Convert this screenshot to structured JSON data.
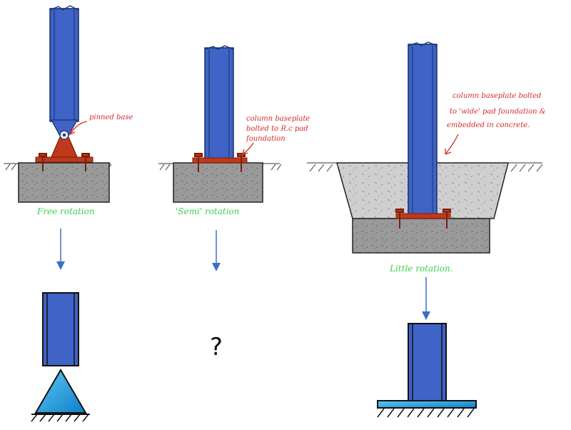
{
  "panels": {
    "left": {
      "callout": "pinned base",
      "rotation_label": "Free rotation",
      "idealization": "pin-support"
    },
    "middle": {
      "callout_lines": [
        "column baseplate",
        "bolted to R.c pad",
        "foundation"
      ],
      "rotation_label": "'Semi' rotation",
      "idealization_symbol": "?"
    },
    "right": {
      "callout_lines": [
        "column baseplate bolted",
        "to 'wide' pad foundation &",
        "embedded in concrete."
      ],
      "rotation_label": "Little rotation.",
      "idealization": "fixed-support"
    }
  },
  "colors": {
    "column_blue": "#3f63c6",
    "plate_red": "#c0391b",
    "concrete_dark": "#9a9a9a",
    "concrete_light": "#cfcfcf",
    "annotation_red": "#d6292b",
    "annotation_green": "#3fcf4f",
    "arrow_blue": "#3a6fc7",
    "support_cyan": "#1aa6e0"
  },
  "icons": {
    "pin_support": "triangle-hatch-icon",
    "fixed_support": "plate-hatch-icon",
    "arrows": "down-arrow-icon"
  }
}
